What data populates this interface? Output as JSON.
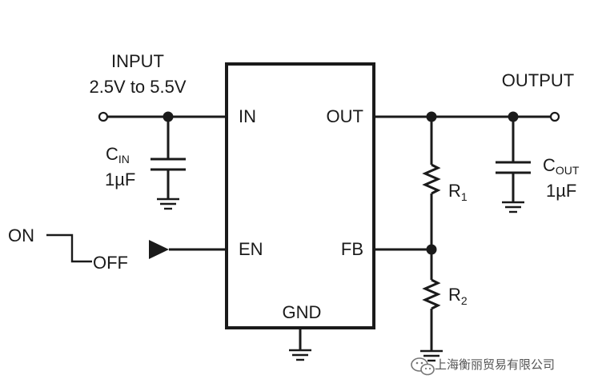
{
  "input": {
    "label": "INPUT",
    "range": "2.5V to 5.5V"
  },
  "output": {
    "label": "OUTPUT"
  },
  "ic": {
    "pins": {
      "in": "IN",
      "out": "OUT",
      "en": "EN",
      "fb": "FB",
      "gnd": "GND"
    }
  },
  "cin": {
    "letter": "C",
    "subscript": "IN",
    "value": "1µF"
  },
  "cout": {
    "letter": "C",
    "subscript": "OUT",
    "value": "1µF"
  },
  "r1": {
    "letter": "R",
    "subscript": "1"
  },
  "r2": {
    "letter": "R",
    "subscript": "2"
  },
  "switch": {
    "on": "ON",
    "off": "OFF"
  },
  "watermark": {
    "text": "上海衡丽贸易有限公司",
    "icon": "wechat-icon"
  },
  "colors": {
    "ink": "#1a1a1a",
    "background": "#ffffff",
    "watermark": "#555555"
  }
}
